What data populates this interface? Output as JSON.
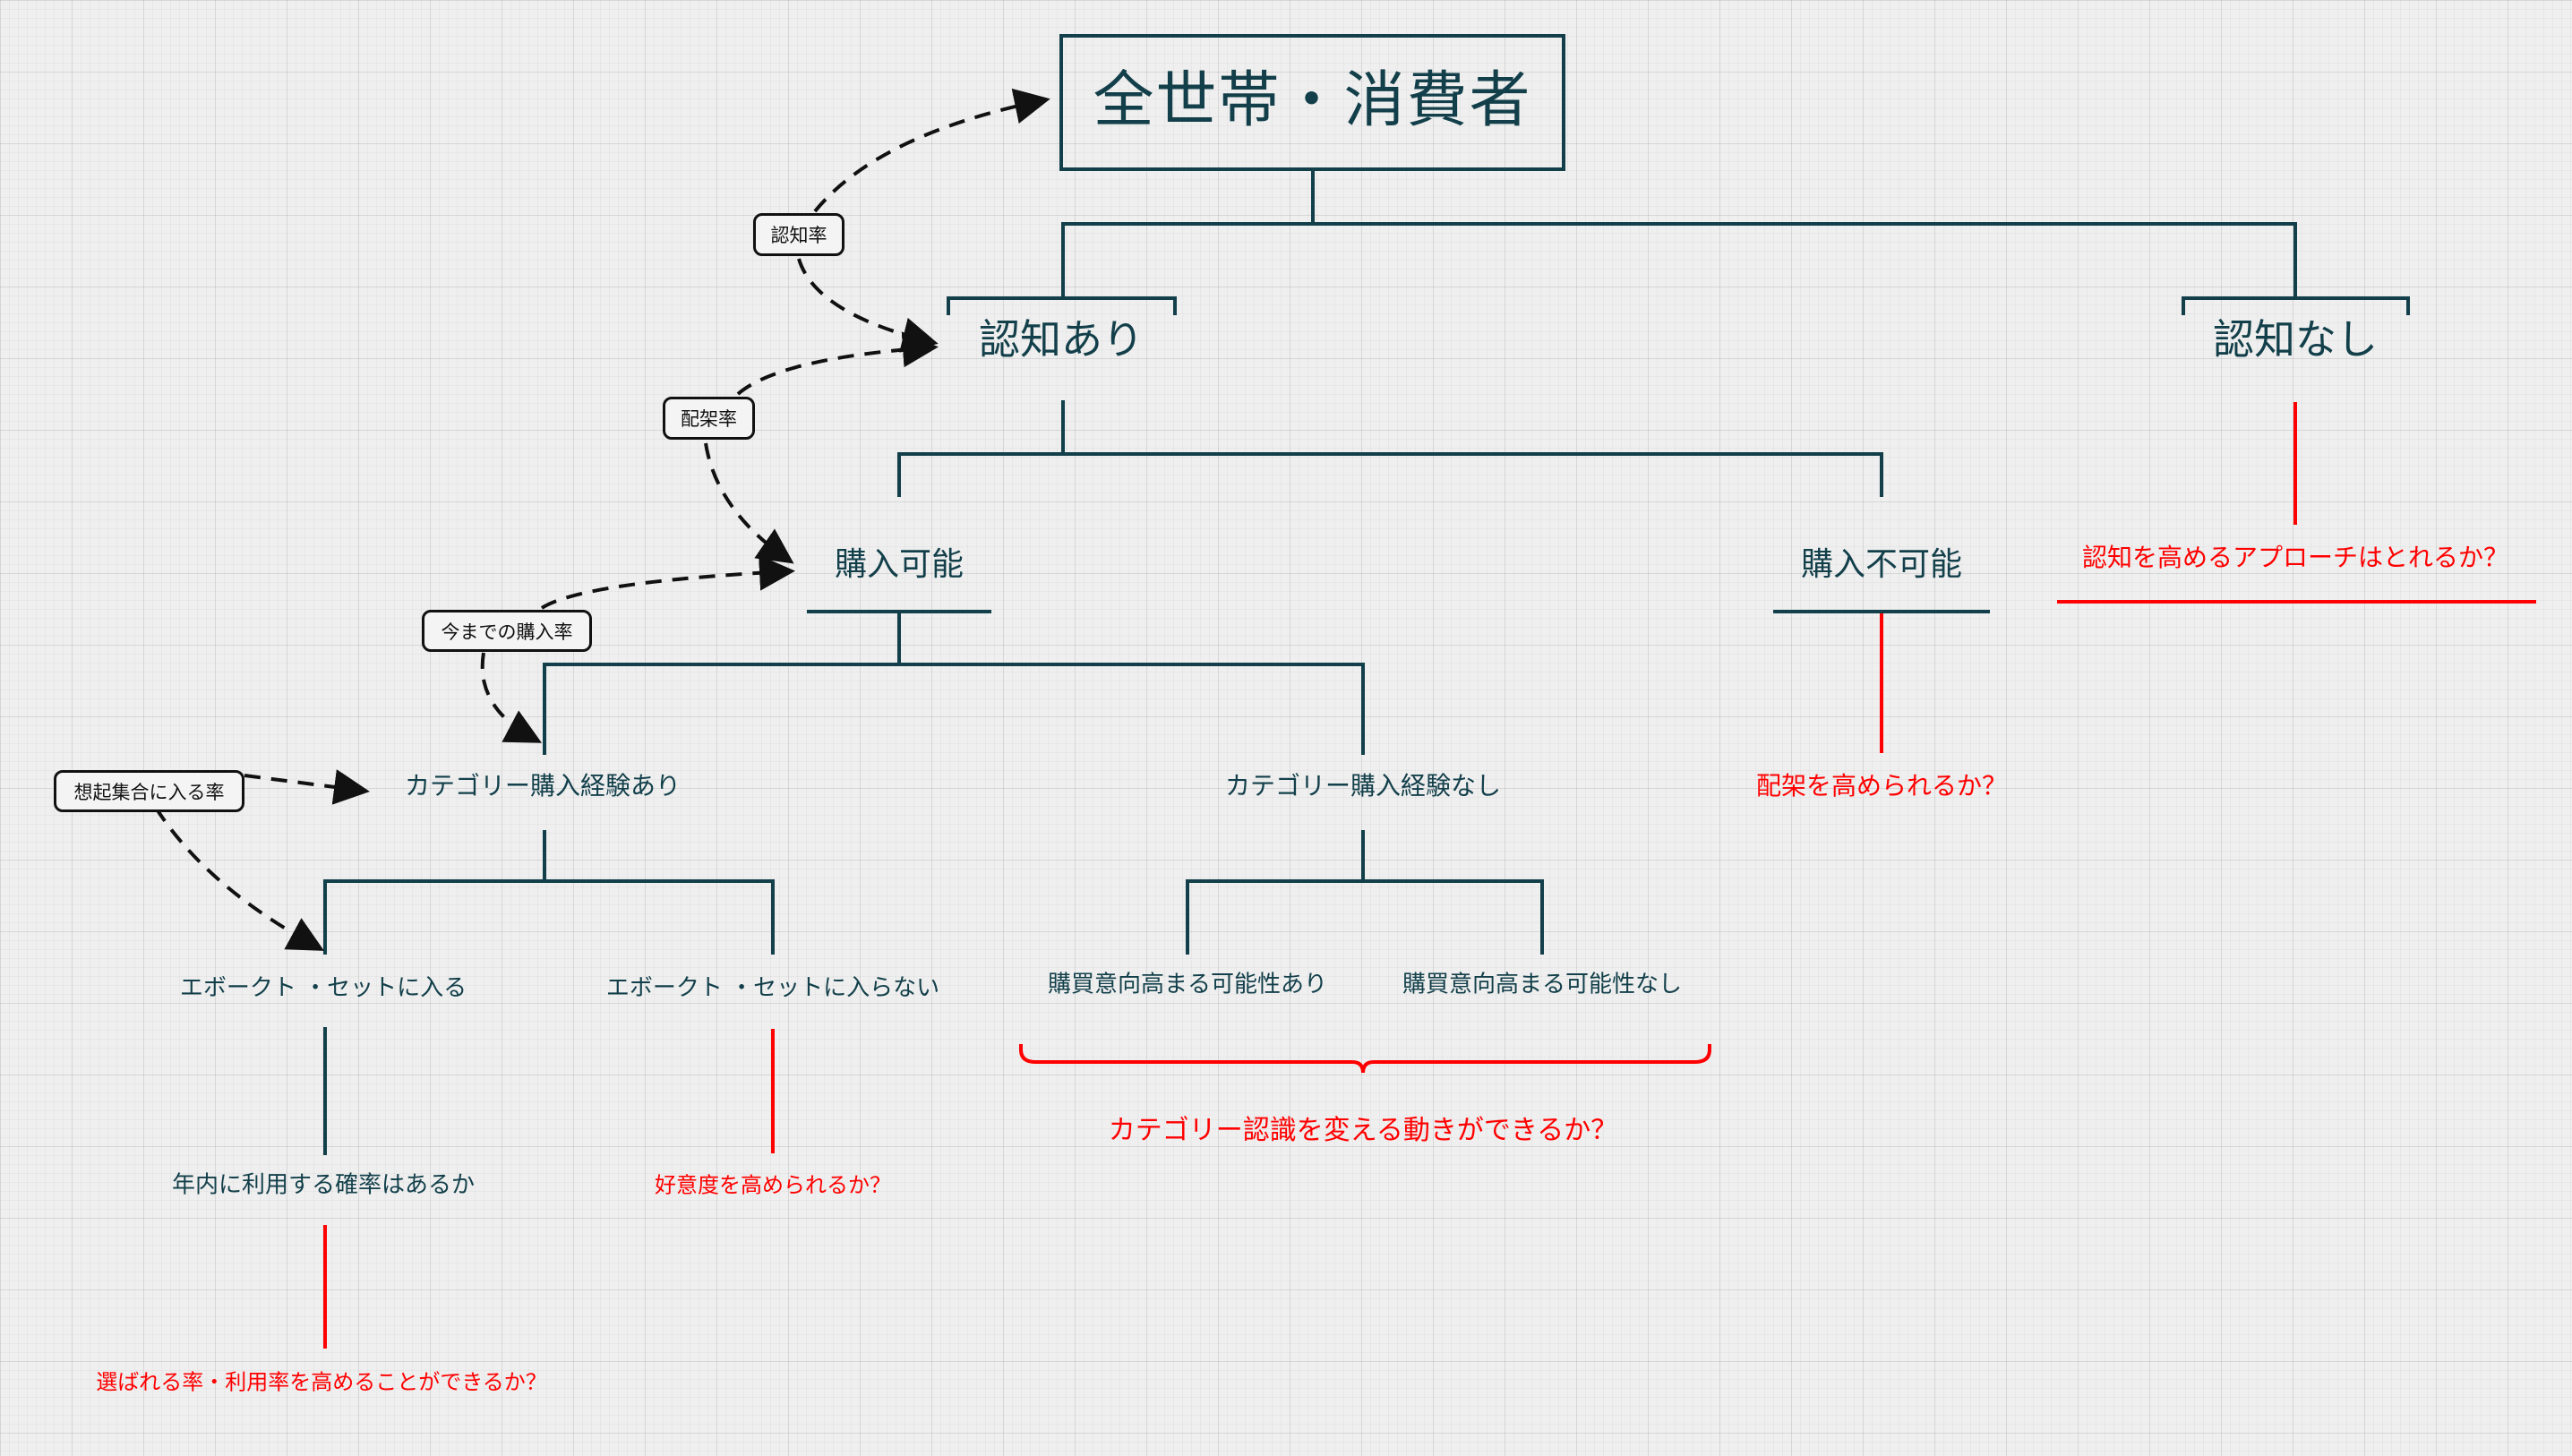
{
  "root": {
    "title": "全世帯・消費者"
  },
  "nodes": {
    "aware": "認知あり",
    "unaware": "認知なし",
    "purchasable": "購入可能",
    "not_purchasable": "購入不可能",
    "category_exp_yes": "カテゴリー購入経験あり",
    "category_exp_no": "カテゴリー購入経験なし",
    "evoked_in": "エボークト ・セットに入る",
    "evoked_out": "エボークト ・セットに入らない",
    "intent_up_yes": "購買意向高まる可能性あり",
    "intent_up_no": "購買意向高まる可能性なし",
    "use_this_year": "年内に利用する確率はあるか"
  },
  "questions": {
    "raise_awareness": "認知を高めるアプローチはとれるか？",
    "raise_distribution": "配架を高められるか？",
    "change_category_perception": "カテゴリー認識を変える動きができるか？",
    "raise_favorability": "好意度を高められるか？",
    "raise_choice_usage": "選ばれる率・利用率を高めることができるか？"
  },
  "rates": {
    "awareness_rate": "認知率",
    "distribution_rate": "配架率",
    "purchase_rate_to_date": "今までの購入率",
    "evoked_set_rate": "想起集合に入る率"
  },
  "colors": {
    "tree_line": "#123f4a",
    "question": "#ff0000",
    "rate_arrow": "#111111"
  }
}
